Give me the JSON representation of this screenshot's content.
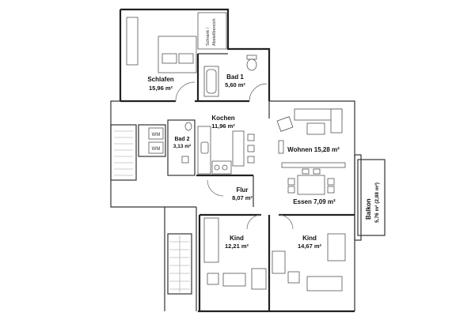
{
  "rooms": [
    {
      "id": "schlafen",
      "name": "Schlafen",
      "area": "15,96 m²"
    },
    {
      "id": "bad1",
      "name": "Bad 1",
      "area": "5,60 m²"
    },
    {
      "id": "kochen",
      "name": "Kochen",
      "area": "11,96 m²"
    },
    {
      "id": "bad2",
      "name": "Bad 2",
      "area": "3,13 m²"
    },
    {
      "id": "wohnen",
      "name": "Wohnen",
      "area": "15,28 m²"
    },
    {
      "id": "flur",
      "name": "Flur",
      "area": "8,07 m²"
    },
    {
      "id": "essen",
      "name": "Essen",
      "area": "7,09 m²"
    },
    {
      "id": "kind1",
      "name": "Kind",
      "area": "12,21 m²"
    },
    {
      "id": "kind2",
      "name": "Kind",
      "area": "14,67 m²"
    },
    {
      "id": "balkon",
      "name": "Balkon",
      "area": "5,76 m² (2,88 m²)"
    }
  ],
  "labels": {
    "schrank_line1": "Schrank /",
    "schrank_line2": "Abstellbereich",
    "wm1": "WM",
    "wm2": "WM"
  }
}
